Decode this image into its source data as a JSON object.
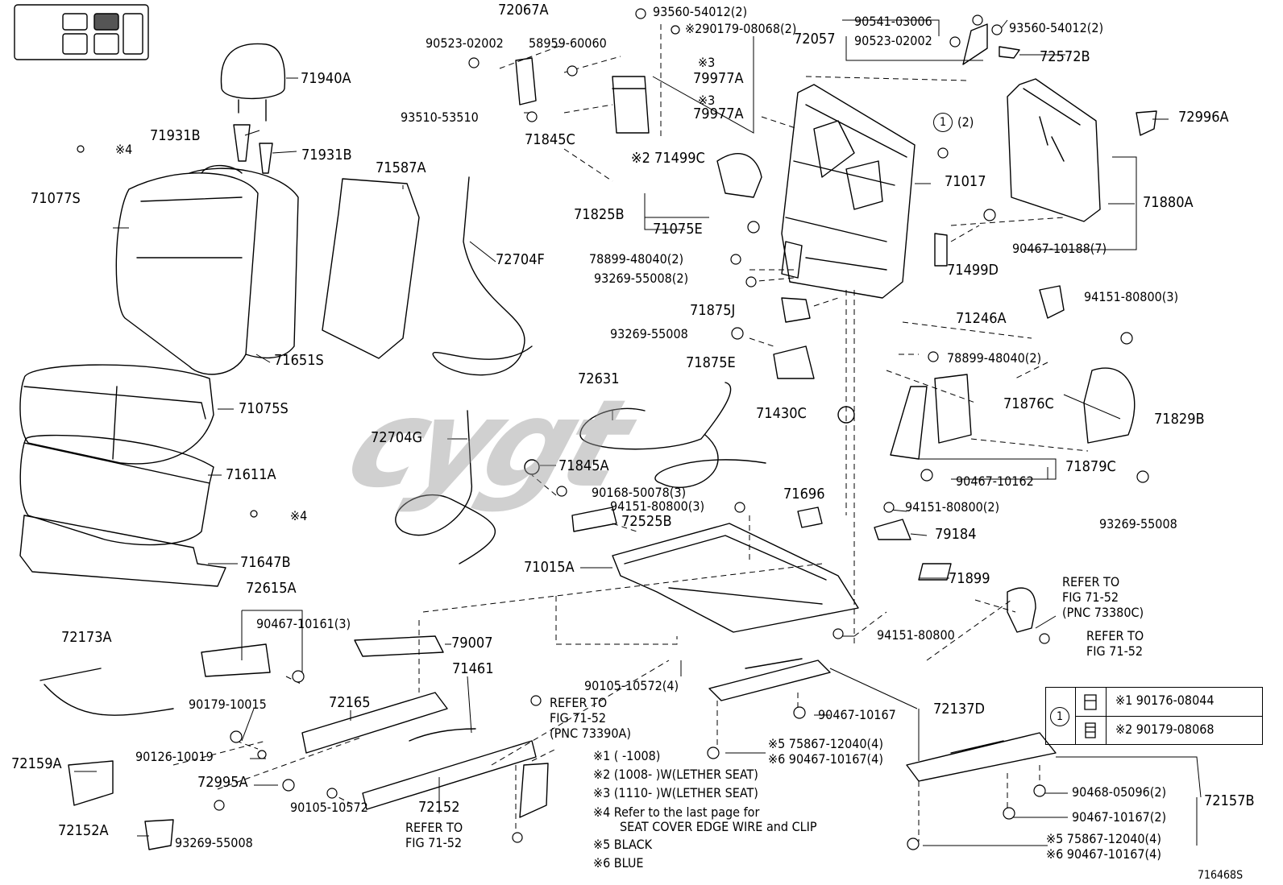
{
  "diagram": {
    "figure_code": "716468S",
    "labels": {
      "l72067A": "72067A",
      "l93560a": "93560-54012(2)",
      "l290179": "※290179-08068(2)",
      "l90541": "90541-03006",
      "l93560b": "93560-54012(2)",
      "l90523a": "90523-02002",
      "l58959": "58959-60060",
      "l72057": "72057",
      "l90523b": "90523-02002",
      "l72572B": "72572B",
      "l71940A": "71940A",
      "l79977a": "79977A",
      "l79977b": "79977A",
      "l93510": "93510-53510",
      "l71931Ba": "71931B",
      "l71931Bb": "71931B",
      "l71845C": "71845C",
      "l71499C": "※2 71499C",
      "l72996A": "72996A",
      "lx4a": "※4",
      "l71587A": "71587A",
      "l71077S": "71077S",
      "l71017": "71017",
      "l71825B": "71825B",
      "l71075E": "71075E",
      "l71880A": "71880A",
      "l90467a": "90467-10188(7)",
      "l72704F": "72704F",
      "l78899a": "78899-48040(2)",
      "l93269a": "93269-55008(2)",
      "l71499D": "71499D",
      "l94151a": "94151-80800(3)",
      "l71875J": "71875J",
      "l71246A": "71246A",
      "l93269b": "93269-55008",
      "l78899b": "78899-48040(2)",
      "l71651S": "71651S",
      "l71875E": "71875E",
      "l72631": "72631",
      "l71075S": "71075S",
      "l71876C": "71876C",
      "l71430C": "71430C",
      "l71829B": "71829B",
      "l72704G": "72704G",
      "l71845A": "71845A",
      "l71611A": "71611A",
      "l71879C": "71879C",
      "l90467b": "90467-10162",
      "l90168": "90168-50078(3)",
      "l94151b": "94151-80800(3)",
      "l71696": "71696",
      "l94151c": "94151-80800(2)",
      "l93269c": "93269-55008",
      "lx4b": "※4",
      "l72525B": "72525B",
      "l79184": "79184",
      "l71647B": "71647B",
      "l71015A": "71015A",
      "l71899": "71899",
      "l72615A": "72615A",
      "l90467c": "90467-10161(3)",
      "l72173A": "72173A",
      "l79007": "79007",
      "l94151d": "94151-80800",
      "l71461": "71461",
      "l90105a": "90105-10572(4)",
      "l72165": "72165",
      "l90179": "90179-10015",
      "l90467d": "90467-10167",
      "l72137D": "72137D",
      "l90126": "90126-10019",
      "l75867a": "※5 75867-12040(4)",
      "l90467e": "※6 90467-10167(4)",
      "l72159A": "72159A",
      "l72995A": "72995A",
      "l90468": "90468-05096(2)",
      "l72157B": "72157B",
      "l90467f": "90467-10167(2)",
      "l90105b": "90105-10572",
      "l72152": "72152",
      "l72152A": "72152A",
      "l93269d": "93269-55008",
      "l75867b": "※5 75867-12040(4)",
      "l90467g": "※6 90467-10167(4)",
      "l1circ": "1",
      "l1circ2": "(2)"
    },
    "refs": {
      "ref1": "REFER TO\nFIG 71-52\n(PNC 73380C)",
      "ref2": "REFER TO\nFIG 71-52",
      "ref3": "REFER TO\nFIG 71-52\n(PNC 73390A)",
      "ref4": "REFER TO\nFIG 71-52"
    },
    "notes": {
      "n1": "※1 (        -1008)",
      "n2": "※2 (1008-        )W(LETHER SEAT)",
      "n3": "※3 (1110-        )W(LETHER SEAT)",
      "n4": "※4  Refer to the last page for",
      "n4b": "SEAT COVER EDGE WIRE and CLIP",
      "n5": "※5 BLACK",
      "n6": "※6 BLUE",
      "x3a": "※3",
      "x3b": "※3"
    },
    "legend": {
      "marker": "1",
      "row1": "※1 90176-08044",
      "row2": "※2 90179-08068"
    },
    "watermark": "cygt"
  }
}
